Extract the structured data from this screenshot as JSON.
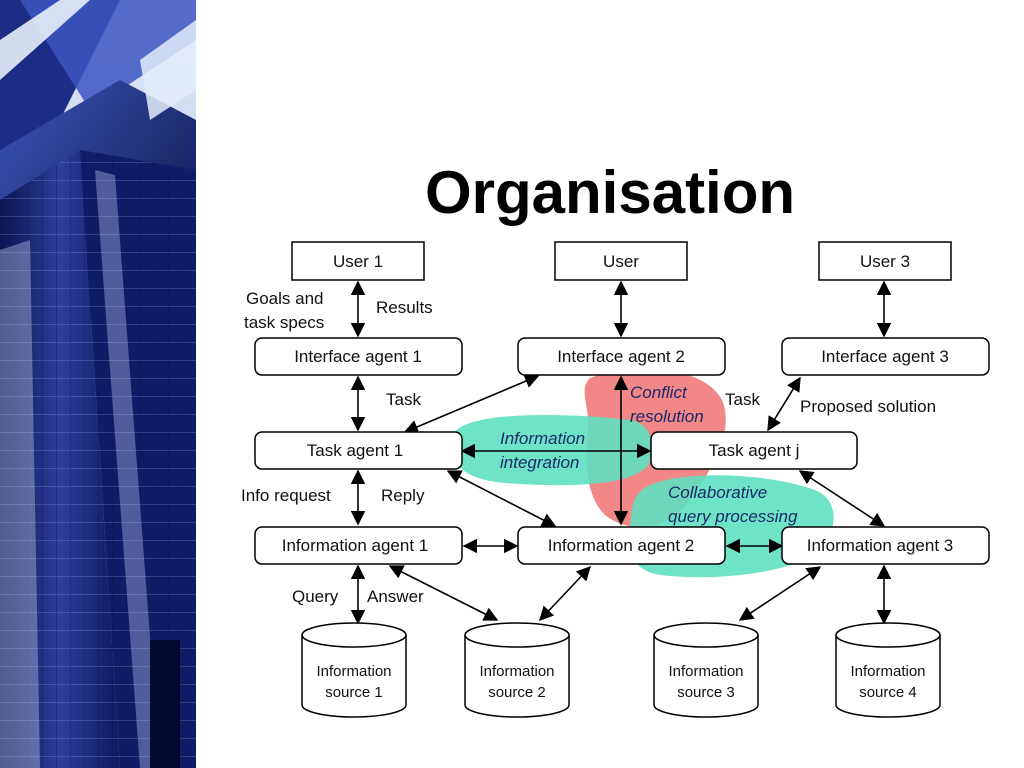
{
  "title": "Organisation",
  "colors": {
    "conflict_region": "#f07a7a",
    "collab_region": "#5fe0c0",
    "sidebar_dark": "#0a1550",
    "sidebar_mid": "#2a40a0",
    "sidebar_light": "#c8d4f0"
  },
  "nodes": {
    "user1": "User 1",
    "user2": "User",
    "user3": "User 3",
    "interface1": "Interface agent 1",
    "interface2": "Interface agent 2",
    "interface3": "Interface agent 3",
    "task1": "Task agent 1",
    "taskj": "Task agent j",
    "info1": "Information agent 1",
    "info2": "Information agent 2",
    "info3": "Information agent 3",
    "source1": [
      "Information",
      "source 1"
    ],
    "source2": [
      "Information",
      "source 2"
    ],
    "source3": [
      "Information",
      "source 3"
    ],
    "source4": [
      "Information",
      "source 4"
    ]
  },
  "edge_labels": {
    "goals": [
      "Goals and",
      "task specs"
    ],
    "results": "Results",
    "task_left": "Task",
    "task_right": "Task",
    "proposed": "Proposed solution",
    "info_request": "Info request",
    "reply": "Reply",
    "query": "Query",
    "answer": "Answer"
  },
  "regions": {
    "conflict": [
      "Conflict",
      "resolution"
    ],
    "integration": [
      "Information",
      "integration"
    ],
    "collab": [
      "Collaborative",
      "query processing"
    ]
  }
}
